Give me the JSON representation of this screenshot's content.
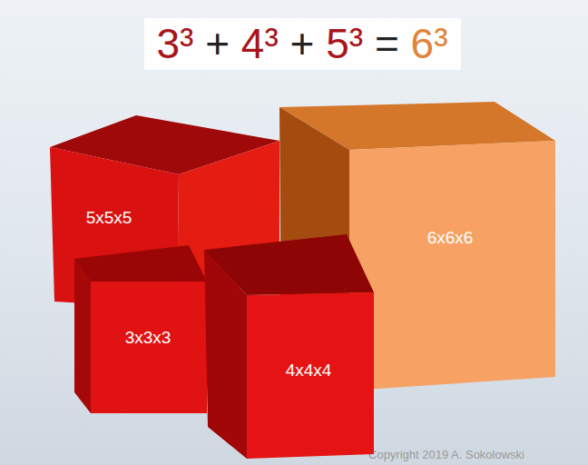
{
  "diagram": {
    "title": "3³ + 4³ + 5³ = 6³",
    "nodes": [
      {
        "text": [
          "5x5x5"
        ]
      },
      {
        "text": [
          "6x6x6"
        ]
      },
      {
        "text": [
          "3x3x3"
        ]
      },
      {
        "text": [
          "4x4x4"
        ]
      }
    ],
    "labels": [
      "Copyright 2019 A. Sokolowski"
    ]
  }
}
